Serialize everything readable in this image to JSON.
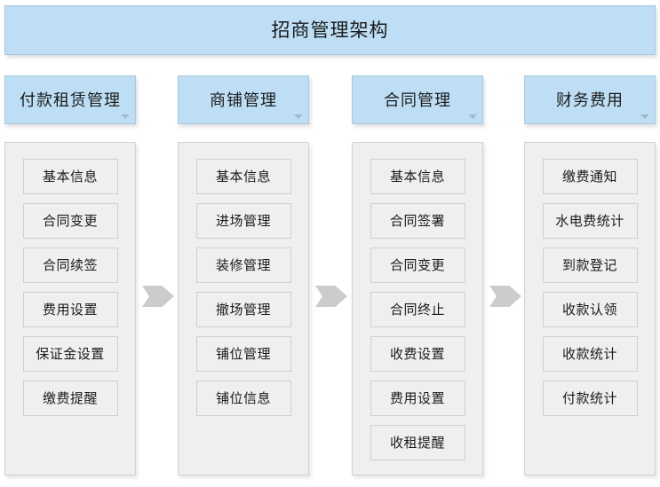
{
  "header": {
    "title": "招商管理架构"
  },
  "columns": [
    {
      "title": "付款租赁管理",
      "caret_icon": "chevron-down-icon",
      "items": [
        "基本信息",
        "合同变更",
        "合同续签",
        "费用设置",
        "保证金设置",
        "缴费提醒"
      ]
    },
    {
      "title": "商铺管理",
      "caret_icon": "chevron-down-icon",
      "items": [
        "基本信息",
        "进场管理",
        "装修管理",
        "撤场管理",
        "铺位管理",
        "铺位信息"
      ]
    },
    {
      "title": "合同管理",
      "caret_icon": "chevron-down-icon",
      "items": [
        "基本信息",
        "合同签署",
        "合同变更",
        "合同终止",
        "收费设置",
        "费用设置",
        "收租提醒"
      ]
    },
    {
      "title": "财务费用",
      "caret_icon": "chevron-down-icon",
      "items": [
        "缴费通知",
        "水电费统计",
        "到款登记",
        "收款认领",
        "收款统计",
        "付款统计"
      ]
    }
  ],
  "arrows": [
    {
      "icon": "flow-arrow-right-icon"
    },
    {
      "icon": "flow-arrow-right-icon"
    },
    {
      "icon": "flow-arrow-right-icon"
    }
  ],
  "colors": {
    "header_fill": "#bddef4",
    "header_border": "#a9c9e0",
    "panel_fill": "#efefef",
    "panel_border": "#d2d2d2",
    "item_border": "#cfcfcf",
    "arrow_fill": "#cccccc",
    "text": "#1b1b1b"
  }
}
